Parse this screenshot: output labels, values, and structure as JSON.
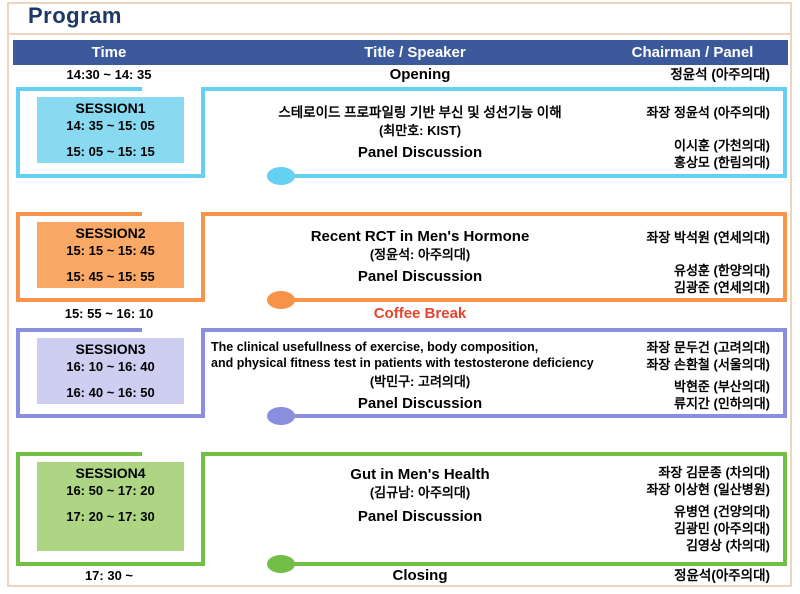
{
  "page": {
    "title": "Program"
  },
  "colors": {
    "header_bg": "#3C5A9B",
    "header_text": "#FFFFFF",
    "program_title": "#1F3864",
    "frame": "#EDD6BD",
    "coffee": "#E8432D"
  },
  "table": {
    "headers": {
      "time": "Time",
      "title": "Title / Speaker",
      "chairman": "Chairman / Panel"
    },
    "opening": {
      "time": "14:30 ~  14: 35",
      "title": "Opening",
      "chairman": "정윤석 (아주의대)"
    },
    "sessions": [
      {
        "name": "SESSION1",
        "times": [
          "14: 35 ~ 15: 05",
          "15: 05 ~ 15: 15"
        ],
        "title_lines": [
          "스테로이드 프로파일링 기반 부신 및 성선기능 이해"
        ],
        "speaker": "(최만호: KIST)",
        "panel_label": "Panel Discussion",
        "chairs": [
          "좌장  정윤석 (아주의대)",
          "이시훈 (가천의대)",
          "홍상모 (한림의대)"
        ],
        "accent": "#66D0F2",
        "fill": "#89D9F1"
      },
      {
        "name": "SESSION2",
        "times": [
          "15: 15 ~ 15: 45",
          "15: 45 ~ 15: 55"
        ],
        "title_lines": [
          "Recent RCT in Men's Hormone"
        ],
        "speaker": "(정윤석: 아주의대)",
        "panel_label": "Panel Discussion",
        "chairs": [
          "좌장  박석원 (연세의대)",
          "유성훈 (한양의대)",
          "김광준 (연세의대)"
        ],
        "accent": "#F7944A",
        "fill": "#F9A865"
      },
      {
        "name": "SESSION3",
        "times": [
          "16: 10 ~ 16: 40",
          "16: 40 ~ 16: 50"
        ],
        "title_lines": [
          "The clinical usefullness of exercise, body composition,",
          "and physical fitness test in patients with testosterone deficiency"
        ],
        "speaker": "(박민구: 고려의대)",
        "panel_label": "Panel Discussion",
        "chairs": [
          "좌장  문두건 (고려의대)",
          "좌장  손환철 (서울의대)",
          "박현준 (부산의대)",
          "류지간 (인하의대)"
        ],
        "accent": "#8A8EDE",
        "fill": "#CDCEF0"
      },
      {
        "name": "SESSION4",
        "times": [
          "16: 50 ~ 17: 20",
          "17: 20 ~ 17: 30"
        ],
        "title_lines": [
          "Gut in Men's Health"
        ],
        "speaker": "(김규남: 아주의대)",
        "panel_label": "Panel Discussion",
        "chairs": [
          "좌장  김문종 (차의대)",
          "좌장  이상현 (일산병원)",
          "유병연 (건양의대)",
          "김광민 (아주의대)",
          "김영상 (차의대)"
        ],
        "accent": "#73BF45",
        "fill": "#AED584"
      }
    ],
    "coffee": {
      "time": "15: 55 ~ 16: 10",
      "label": "Coffee Break"
    },
    "closing": {
      "time": "17: 30 ~",
      "title": "Closing",
      "chairman": "정윤석(아주의대)"
    }
  }
}
